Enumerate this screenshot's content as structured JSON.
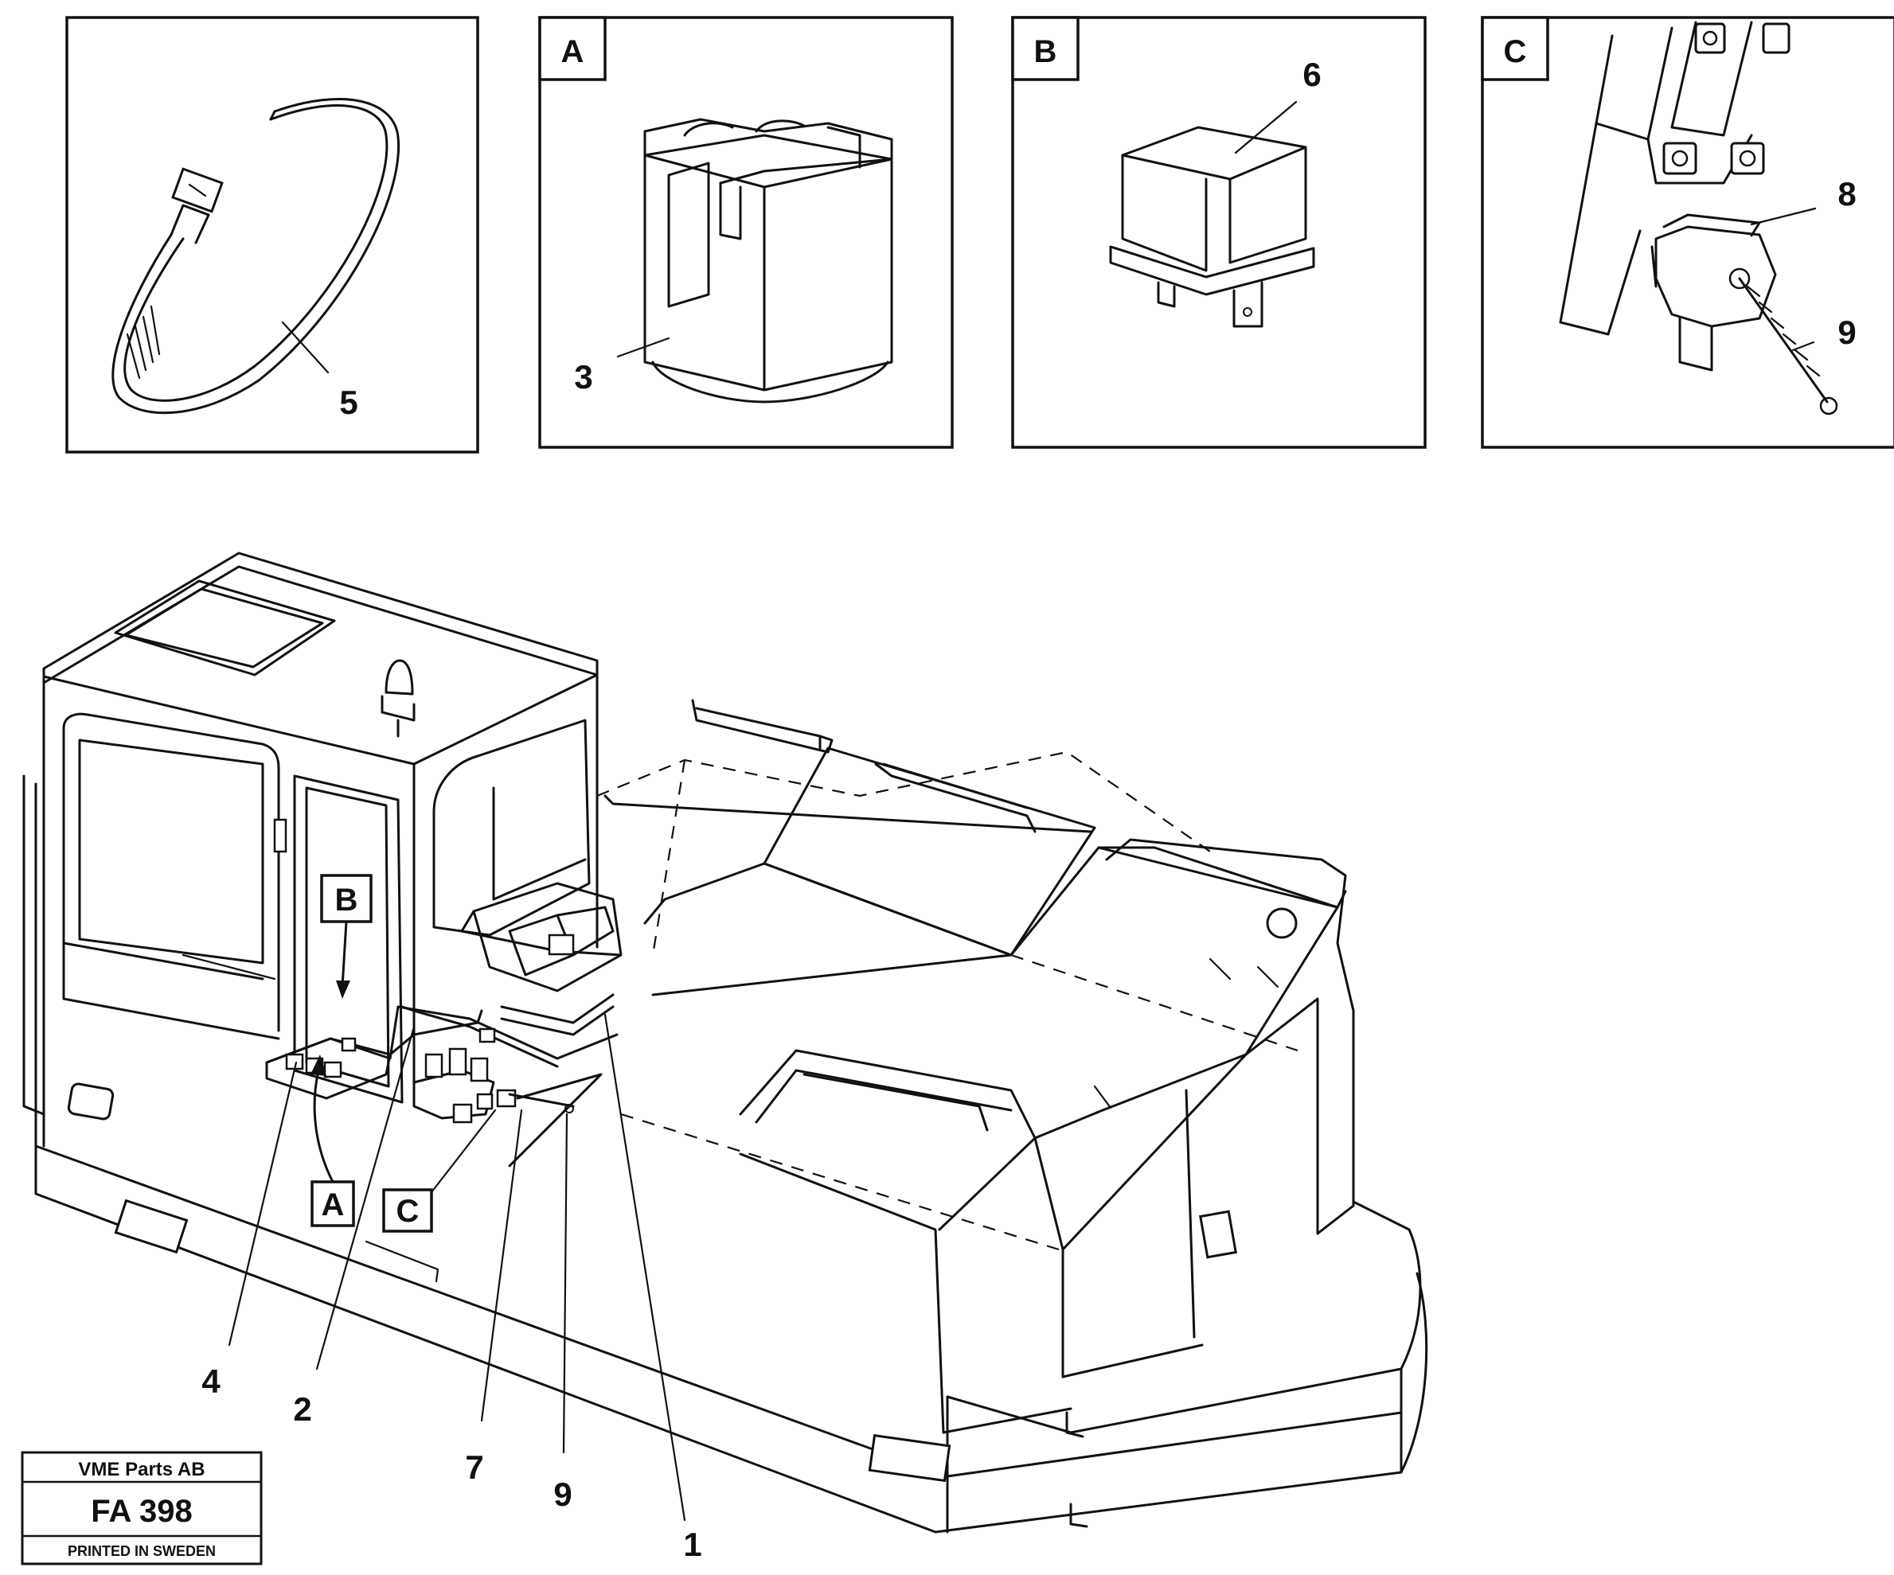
{
  "detail_panels": {
    "a": {
      "tag": "A",
      "callout": "3"
    },
    "b": {
      "tag": "B",
      "callout": "6"
    },
    "c": {
      "tag": "C",
      "callouts": [
        "8",
        "9"
      ]
    },
    "strap": {
      "callout": "5"
    }
  },
  "main_view": {
    "tags": [
      "B",
      "A",
      "C"
    ],
    "callouts": [
      "4",
      "2",
      "7",
      "9",
      "1"
    ]
  },
  "title_block": {
    "company": "VME Parts AB",
    "code": "FA 398",
    "printed": "PRINTED IN SWEDEN"
  }
}
